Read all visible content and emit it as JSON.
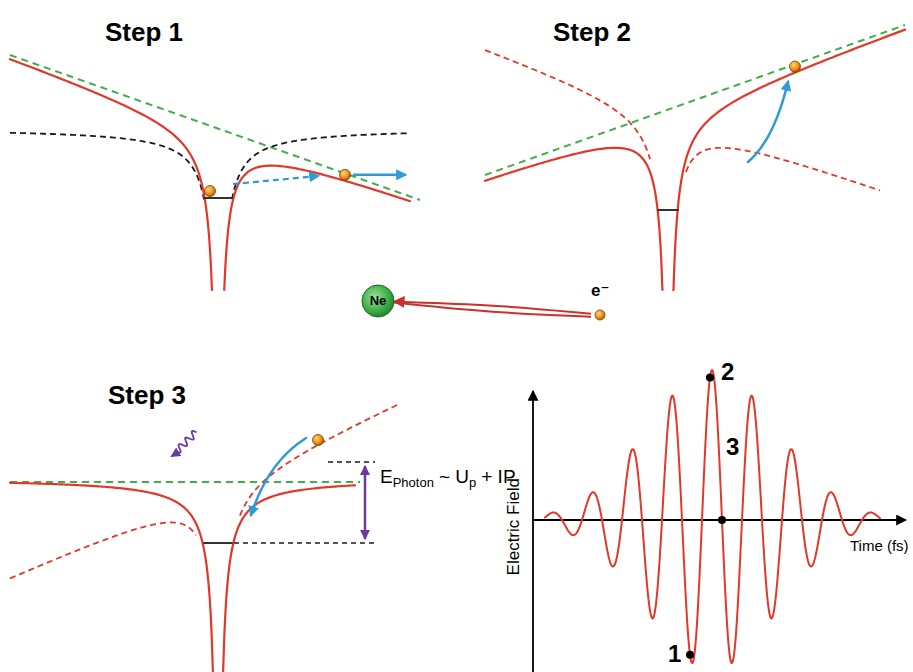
{
  "diagram": {
    "nodes": [
      {
        "text": [
          "Ne"
        ]
      },
      {
        "text": [
          "e⁻"
        ]
      }
    ],
    "edges": [
      {
        "from": 1,
        "to": 0,
        "arrow": "to"
      }
    ],
    "labels": [
      "Step 1",
      "Step 2",
      "Step 3",
      "E",
      "Photon",
      "~ U",
      "p",
      "+ IP",
      "Electric Field",
      "2",
      "3",
      "Time (fs)",
      "1"
    ]
  }
}
